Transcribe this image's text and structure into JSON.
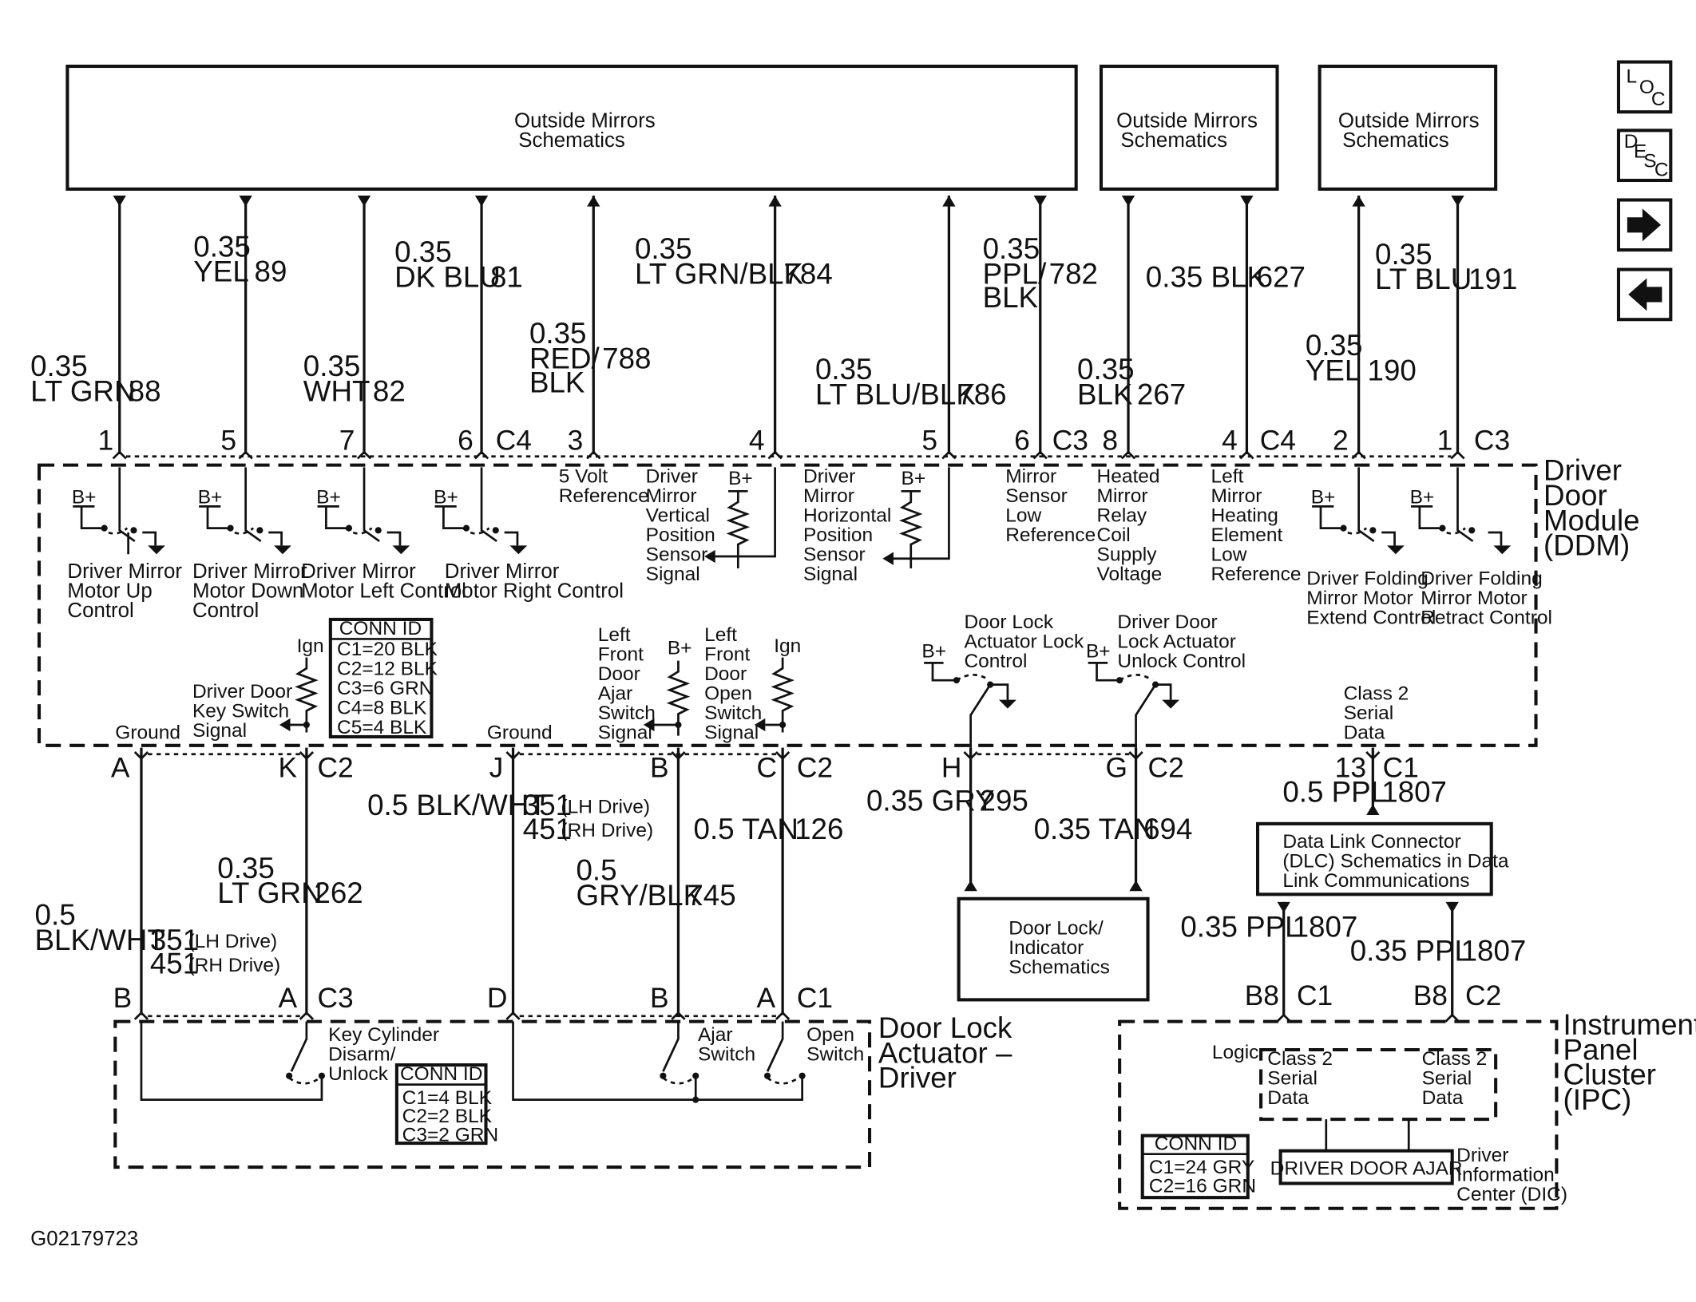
{
  "top_boxes": {
    "box1": {
      "line1": "Outside Mirrors",
      "line2": "Schematics"
    },
    "box2": {
      "line1": "Outside Mirrors",
      "line2": "Schematics"
    },
    "box3": {
      "line1": "Outside Mirrors",
      "line2": "Schematics"
    }
  },
  "nav": {
    "loc": {
      "a": "L",
      "b": "O",
      "c": "C"
    },
    "desc": {
      "a": "D",
      "b": "E",
      "c": "S",
      "d": "C"
    },
    "next_glyph": "➔",
    "prev_glyph": "⬅"
  },
  "wires_top": [
    {
      "gauge": "0.35",
      "color": "LT GRN",
      "circuit": "88",
      "pin": "1"
    },
    {
      "gauge": "0.35",
      "color": "YEL",
      "circuit": "89",
      "pin": "5"
    },
    {
      "gauge": "0.35",
      "color": "WHT",
      "circuit": "82",
      "pin": "7"
    },
    {
      "gauge": "0.35",
      "color": "DK BLU",
      "circuit": "81",
      "pin": "6",
      "connector": "C4"
    },
    {
      "gauge": "0.35",
      "color1": "RED/",
      "color2": "BLK",
      "circuit": "788",
      "pin": "3"
    },
    {
      "gauge": "0.35",
      "color": "LT GRN/BLK",
      "circuit": "784",
      "pin": "4"
    },
    {
      "gauge": "0.35",
      "color": "LT BLU/BLK",
      "circuit": "786",
      "pin": "5"
    },
    {
      "gauge": "0.35",
      "color1": "PPL/",
      "color2": "BLK",
      "circuit": "782",
      "pin": "6",
      "connector": "C3"
    },
    {
      "gauge": "0.35",
      "color": "BLK",
      "circuit": "267",
      "pin": "8"
    },
    {
      "gauge": "0.35 BLK",
      "circuit": "627",
      "pin": "4",
      "connector": "C4"
    },
    {
      "gauge": "0.35",
      "color": "YEL",
      "circuit": "190",
      "pin": "2"
    },
    {
      "gauge": "0.35",
      "color": "LT BLU",
      "circuit": "191",
      "pin": "1",
      "connector": "C3"
    }
  ],
  "ddm": {
    "title1": "Driver",
    "title2": "Door",
    "title3": "Module",
    "title4": "(DDM)",
    "bplus": "B+",
    "ign": "Ign",
    "ground": "Ground",
    "sw1": [
      "Driver Mirror",
      "Motor Up",
      "Control"
    ],
    "sw2": [
      "Driver Mirror",
      "Motor Down",
      "Control"
    ],
    "sw3": [
      "Driver Mirror",
      "Motor Left Control"
    ],
    "sw4": [
      "Driver Mirror",
      "Motor Right Control"
    ],
    "ref5v": [
      "5 Volt",
      "Reference"
    ],
    "vert": [
      "Driver",
      "Mirror",
      "Vertical",
      "Position",
      "Sensor",
      "Signal"
    ],
    "horz": [
      "Driver",
      "Mirror",
      "Horizontal",
      "Position",
      "Sensor",
      "Signal"
    ],
    "lowref": [
      "Mirror",
      "Sensor",
      "Low",
      "Reference"
    ],
    "heated": [
      "Heated",
      "Mirror",
      "Relay",
      "Coil",
      "Supply",
      "Voltage"
    ],
    "leftheat": [
      "Left",
      "Mirror",
      "Heating",
      "Element",
      "Low",
      "Reference"
    ],
    "fold_ext": [
      "Driver Folding",
      "Mirror Motor",
      "Extend Control"
    ],
    "fold_ret": [
      "Driver Folding",
      "Mirror Motor",
      "Retract Control"
    ],
    "conn_id": {
      "title": "CONN ID",
      "rows": [
        "C1=20 BLK",
        "C2=12 BLK",
        "C3=6 GRN",
        "C4=8 BLK",
        "C5=4 BLK"
      ]
    },
    "keysw": [
      "Driver Door",
      "Key Switch",
      "Signal"
    ],
    "ajar": [
      "Left",
      "Front",
      "Door",
      "Ajar",
      "Switch",
      "Signal"
    ],
    "open": [
      "Left",
      "Front",
      "Door",
      "Open",
      "Switch",
      "Signal"
    ],
    "lock": [
      "Door Lock",
      "Actuator Lock",
      "Control"
    ],
    "unlock": [
      "Driver Door",
      "Lock Actuator",
      "Unlock Control"
    ],
    "class2": [
      "Class 2",
      "Serial",
      "Data"
    ]
  },
  "wires_bottom": {
    "pinA": "A",
    "pinK": "K",
    "c2a": "C2",
    "pinJ": "J",
    "pinB": "B",
    "pinC": "C",
    "c2b": "C2",
    "pinH": "H",
    "pinG": "G",
    "c2c": "C2",
    "pin13": "13",
    "c1": "C1",
    "w_ltgrn": {
      "gauge": "0.35",
      "color": "LT GRN",
      "circuit": "262"
    },
    "w_blkwht_left": {
      "gauge": "0.5",
      "color": "BLK/WHT",
      "c1": "351",
      "c1note": "(LH Drive)",
      "c2": "451",
      "c2note": "(RH Drive)"
    },
    "w_blkwht_mid": {
      "label": "0.5 BLK/WHT",
      "c1": "351",
      "c1note": "(LH Drive)",
      "c2": "451",
      "c2note": "(RH Drive)"
    },
    "w_grybl": {
      "gauge": "0.5",
      "color": "GRY/BLK",
      "circuit": "745"
    },
    "w_tan": {
      "label": "0.5 TAN",
      "circuit": "126"
    },
    "w_gry": {
      "label": "0.35 GRY",
      "circuit": "295"
    },
    "w_tan2": {
      "label": "0.35 TAN",
      "circuit": "694"
    },
    "w_ppl": {
      "label": "0.5 PPL",
      "circuit": "1807"
    }
  },
  "actuator": {
    "pins": {
      "b": "B",
      "a": "A",
      "c3": "C3",
      "d": "D",
      "b2": "B",
      "a2": "A",
      "c1": "C1"
    },
    "key": [
      "Key Cylinder",
      "Disarm/",
      "Unlock"
    ],
    "ajar": [
      "Ajar",
      "Switch"
    ],
    "open": [
      "Open",
      "Switch"
    ],
    "title": [
      "Door Lock",
      "Actuator –",
      "Driver"
    ],
    "conn_id": {
      "title": "CONN ID",
      "rows": [
        "C1=4 BLK",
        "C2=2 BLK",
        "C3=2 GRN"
      ]
    }
  },
  "door_lock_box": [
    "Door Lock/",
    "Indicator",
    "Schematics"
  ],
  "dlc_box": [
    "Data Link Connector",
    "(DLC) Schematics in Data",
    "Link Communications"
  ],
  "ipc": {
    "w_left": {
      "label": "0.35 PPL",
      "circuit": "1807"
    },
    "w_right": {
      "label": "0.35 PPL",
      "circuit": "1807"
    },
    "pins": {
      "b8a": "B8",
      "c1": "C1",
      "b8b": "B8",
      "c2": "C2"
    },
    "title": [
      "Instrument",
      "Panel",
      "Cluster",
      "(IPC)"
    ],
    "logic": "Logic",
    "class2a": [
      "Class 2",
      "Serial",
      "Data"
    ],
    "class2b": [
      "Class 2",
      "Serial",
      "Data"
    ],
    "conn_id": {
      "title": "CONN ID",
      "rows": [
        "C1=24 GRY",
        "C2=16 GRN"
      ]
    },
    "dic_message": "DRIVER DOOR AJAR",
    "dic_label": [
      "Driver",
      "Information",
      "Center (DIC)"
    ]
  },
  "figure_id": "G02179723"
}
